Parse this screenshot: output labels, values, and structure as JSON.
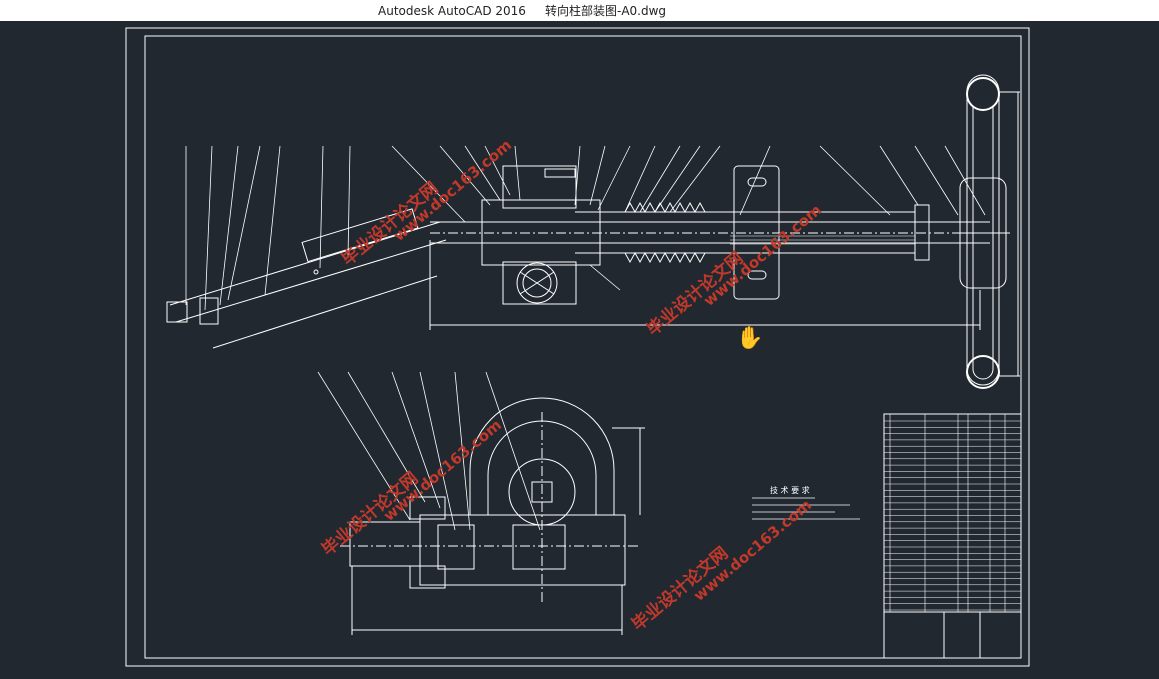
{
  "window": {
    "app_title": "Autodesk AutoCAD 2016",
    "file_name": "转向柱部装图-A0.dwg"
  },
  "drawing": {
    "tech_requirements_title": "技 术 要 求",
    "line_color": "#ffffff",
    "background_color": "#212830"
  },
  "watermarks": [
    {
      "text": "毕业设计论文网"
    },
    {
      "text": "www.doc163.com"
    }
  ],
  "colors": {
    "watermark": "#c0392b",
    "titlebar": "#ffffff"
  },
  "icons": {
    "cursor": "hand-cursor-icon"
  }
}
